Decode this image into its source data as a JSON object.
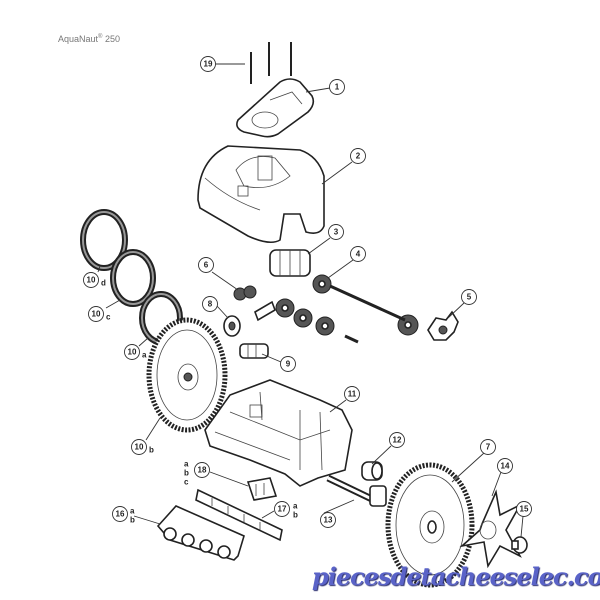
{
  "title": {
    "name": "AquaNaut",
    "mark": "®",
    "model": "250"
  },
  "callouts": {
    "p1": "1",
    "p2": "2",
    "p3": "3",
    "p4": "4",
    "p5": "5",
    "p6": "6",
    "p7": "7",
    "p8": "8",
    "p9": "9",
    "p10d": "10",
    "p10d_suffix": "d",
    "p10c": "10",
    "p10c_suffix": "c",
    "p10a": "10",
    "p10a_suffix": "a",
    "p10b": "10",
    "p10b_suffix": "b",
    "p11": "11",
    "p12": "12",
    "p13": "13",
    "p14": "14",
    "p15": "15",
    "p16": "16",
    "p16_suffix_a": "a",
    "p16_suffix_b": "b",
    "p17": "17",
    "p17_suffix_a": "a",
    "p17_suffix_b": "b",
    "p18": "18",
    "p18_suffix_a": "a",
    "p18_suffix_b": "b",
    "p18_suffix_c": "c",
    "p19": "19"
  },
  "watermark": "piecesdetacheeselec.com"
}
